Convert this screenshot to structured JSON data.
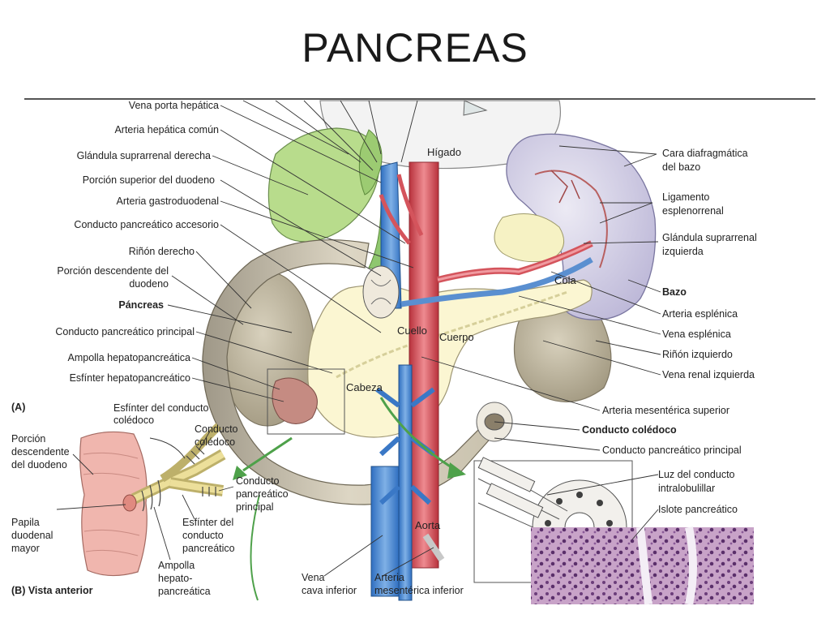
{
  "slide": {
    "title": "PANCREAS"
  },
  "labels_left": [
    "Vena porta hepática",
    "Arteria hepática común",
    "Glándula suprarrenal derecha",
    "Porción superior del duodeno",
    "Arteria gastroduodenal",
    "Conducto pancreático accesorio",
    "Riñón derecho",
    "Porción descendente del",
    "duodeno",
    "Páncreas",
    "Conducto pancreático principal",
    "Ampolla hepatopancreática",
    "Esfínter hepatopancreático"
  ],
  "labels_right": [
    "Cara diafragmática",
    "del bazo",
    "Ligamento",
    "esplenorrenal",
    "Glándula suprarrenal",
    "izquierda",
    "Bazo",
    "Arteria esplénica",
    "Vena esplénica",
    "Riñón izquierdo",
    "Vena renal izquierda",
    "Arteria mesentérica superior",
    "Conducto colédoco",
    "Conducto pancreático principal",
    "Luz del conducto",
    "intralobulillar",
    "Islote pancreático"
  ],
  "organ_labels": {
    "higado": "Hígado",
    "cola": "Cola",
    "cuello": "Cuello",
    "cuerpo": "Cuerpo",
    "cabeza": "Cabeza",
    "aorta": "Aorta"
  },
  "panel_b": {
    "section_a": "(A)",
    "section_b": "(B) Vista anterior",
    "esfinter_coledoco": [
      "Esfínter del conducto",
      "colédoco"
    ],
    "conducto_coledoco": [
      "Conducto",
      "colédoco"
    ],
    "porcion_descendente": [
      "Porción",
      "descendente",
      "del duodeno"
    ],
    "conducto_principal": [
      "Conducto",
      "pancreático",
      "principal"
    ],
    "papila": [
      "Papila",
      "duodenal",
      "mayor"
    ],
    "esfinter_principal": [
      "Esfínter del",
      "conducto",
      "pancreático"
    ],
    "ampolla": [
      "Ampolla",
      "hepato-",
      "pancreática"
    ]
  },
  "bottom_labels": {
    "vena_cava": [
      "Vena",
      "cava inferior"
    ],
    "arteria_mes_inf": [
      "Arteria",
      "mesentérica inferior"
    ]
  },
  "colors": {
    "liver": "#f2f2f2",
    "gland": "#b9dc8e",
    "duodenum": "#cfc8b6",
    "pancreas": "#fbf6d2",
    "kidney": "#b9b09a",
    "spleen": "#d9d6ea",
    "artery": "#d4545c",
    "vein": "#5a8fd0",
    "bile": "#8fc76f"
  }
}
